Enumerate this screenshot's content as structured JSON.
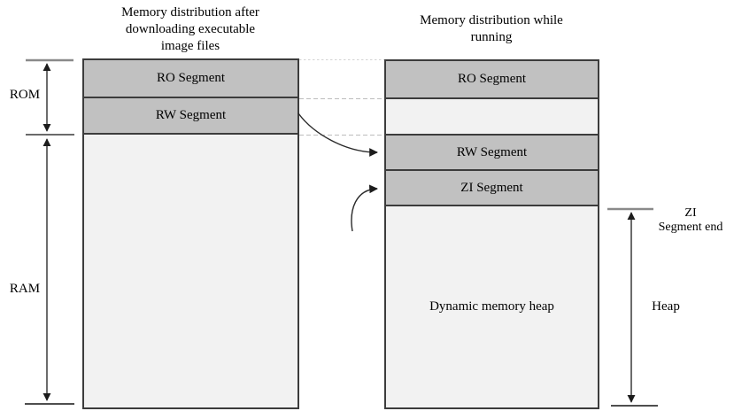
{
  "titles": {
    "left_lines": [
      "Memory distribution after",
      "downloading executable",
      "image files"
    ],
    "right_lines": [
      "Memory distribution while",
      "running"
    ]
  },
  "left_column": {
    "ro_label": "RO Segment",
    "rw_label": "RW Segment"
  },
  "right_column": {
    "ro_label": "RO Segment",
    "rw_label": "RW Segment",
    "zi_label": "ZI Segment",
    "heap_label": "Dynamic memory heap"
  },
  "side_labels": {
    "rom": "ROM",
    "ram": "RAM",
    "zi_end_lines": [
      "ZI",
      "Segment end"
    ],
    "heap": "Heap"
  },
  "colors": {
    "segment_fill": "#c1c1c1",
    "empty_fill": "#f2f2f2",
    "border": "#3c3c3c",
    "dashed_connector": "#bdbdbd",
    "cap_tick_gray": "#8a8a8a",
    "arrow": "#1c1c1c",
    "text": "#000000"
  }
}
